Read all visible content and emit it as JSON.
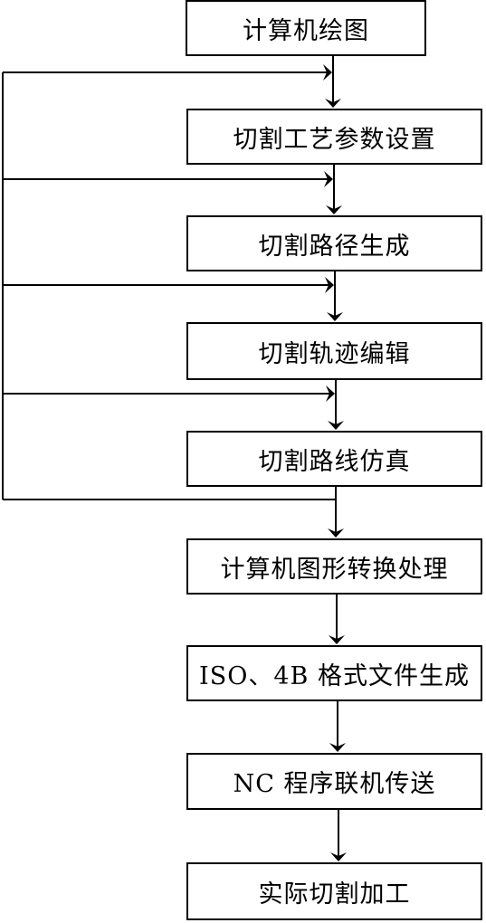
{
  "steps": [
    {
      "label": "计算机绘图"
    },
    {
      "label": "切割工艺参数设置"
    },
    {
      "label": "切割路径生成"
    },
    {
      "label": "切割轨迹编辑"
    },
    {
      "label": "切割路线仿真"
    },
    {
      "label": "计算机图形转换处理"
    },
    {
      "label": "ISO、4B 格式文件生成"
    },
    {
      "label": "NC 程序联机传送"
    },
    {
      "label": "实际切割加工"
    }
  ],
  "feedback_loop": {
    "from_step": 5,
    "returns_to_steps": [
      2,
      3,
      4,
      5
    ]
  }
}
